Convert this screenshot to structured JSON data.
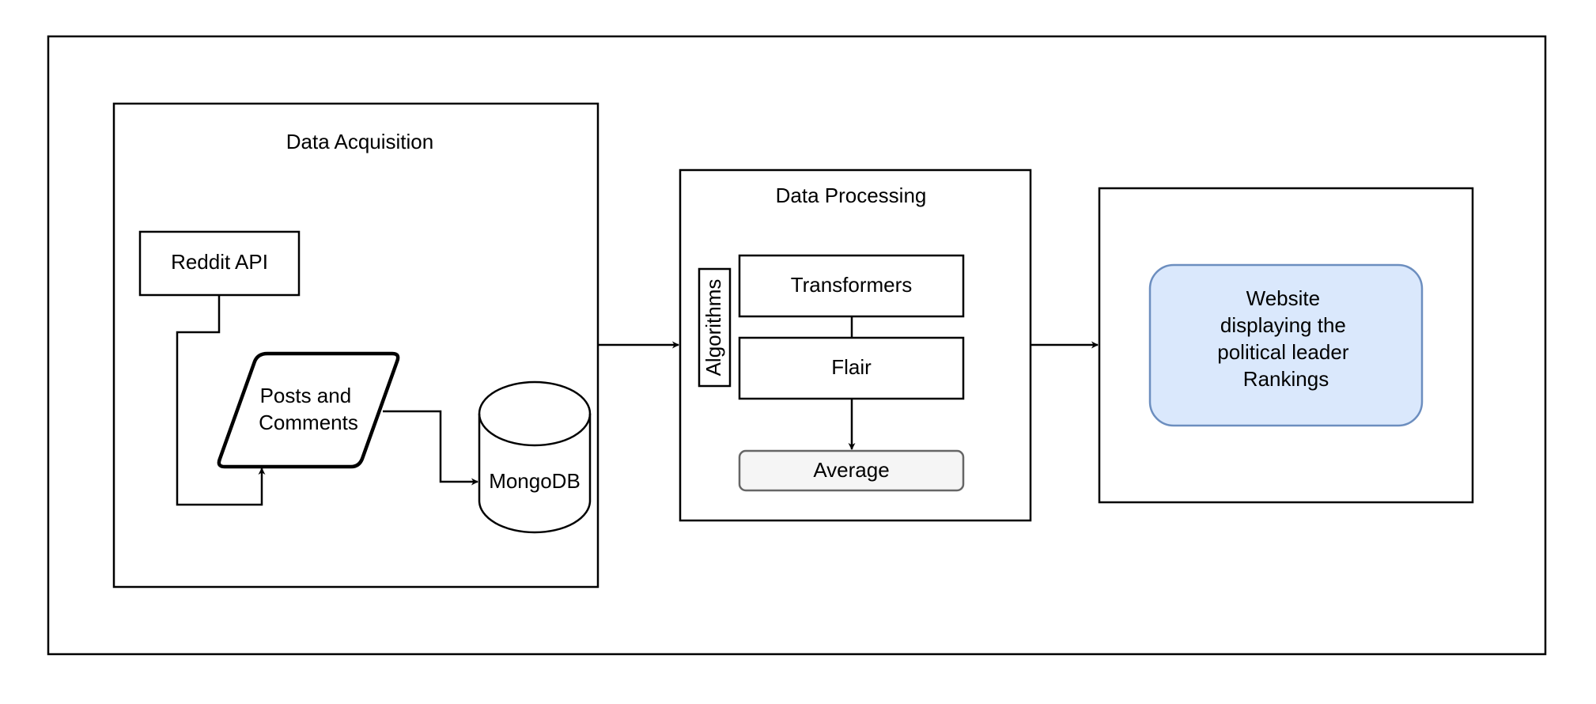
{
  "diagram": {
    "acquisition": {
      "title": "Data Acquisition",
      "reddit_api": "Reddit API",
      "posts_line1": "Posts and",
      "posts_line2": "Comments",
      "mongodb": "MongoDB"
    },
    "processing": {
      "title": "Data Processing",
      "algorithms": "Algorithms",
      "transformers": "Transformers",
      "flair": "Flair",
      "average": "Average"
    },
    "output": {
      "website_line1": "Website",
      "website_line2": "displaying the",
      "website_line3": "political leader",
      "website_line4": "Rankings"
    }
  },
  "colors": {
    "website_fill": "#dae8fc",
    "website_stroke": "#6c8ebf",
    "average_fill": "#f5f5f5",
    "average_stroke": "#666666",
    "average_text": "#333333"
  }
}
